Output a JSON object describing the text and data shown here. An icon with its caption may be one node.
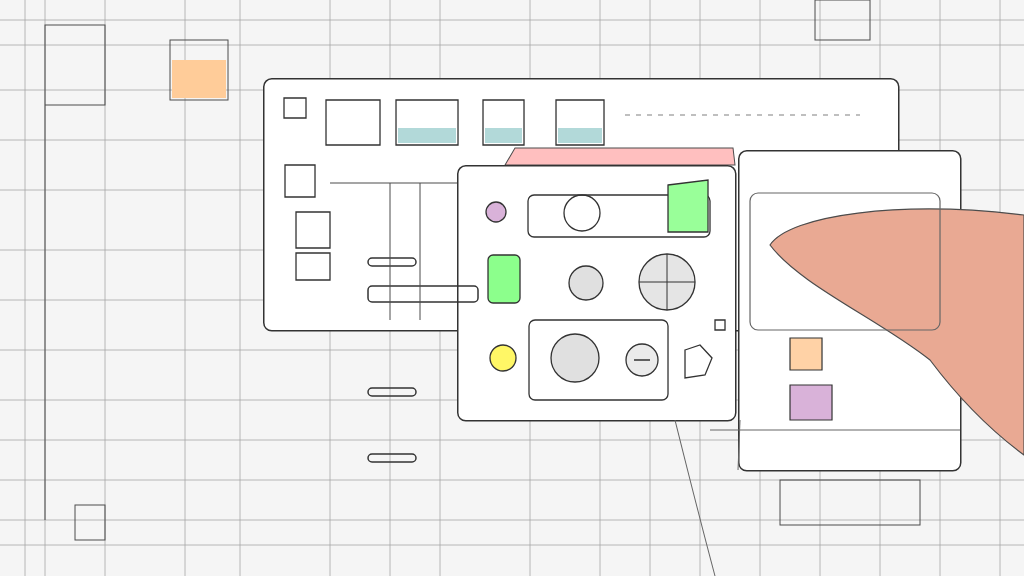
{
  "diagram": {
    "nodes": [
      {
        "text": [],
        "shape": "box"
      },
      {
        "text": [],
        "shape": "box"
      },
      {
        "text": [],
        "shape": "box"
      },
      {
        "text": [],
        "shape": "picture"
      }
    ]
  }
}
